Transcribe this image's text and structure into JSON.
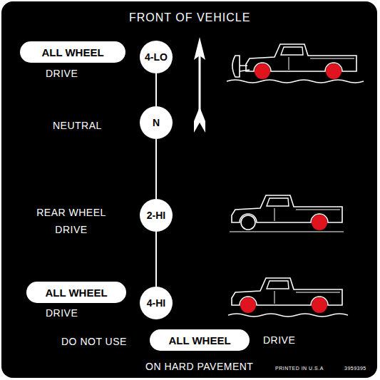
{
  "diagram": {
    "title": "FRONT OF VEHICLE",
    "nodes": [
      {
        "text": [
          "ALL WHEEL"
        ]
      },
      {
        "text": [
          "4-LO"
        ]
      },
      {
        "text": [
          "N"
        ]
      },
      {
        "text": [
          "2-HI"
        ]
      },
      {
        "text": [
          "ALL WHEEL"
        ]
      },
      {
        "text": [
          "4-HI"
        ]
      },
      {
        "text": [
          "ALL WHEEL"
        ]
      }
    ],
    "edges": [
      {
        "from": 1,
        "to": 2,
        "arrow": "none"
      },
      {
        "from": 2,
        "to": 3,
        "arrow": "none"
      },
      {
        "from": 3,
        "to": 5,
        "arrow": "none"
      }
    ],
    "labels": [
      "DRIVE",
      "NEUTRAL",
      "REAR WHEEL DRIVE",
      "DRIVE",
      "DO NOT USE",
      "DRIVE",
      "ON HARD PAVEMENT",
      "PRINTED IN U.S.A",
      "3959395"
    ]
  }
}
